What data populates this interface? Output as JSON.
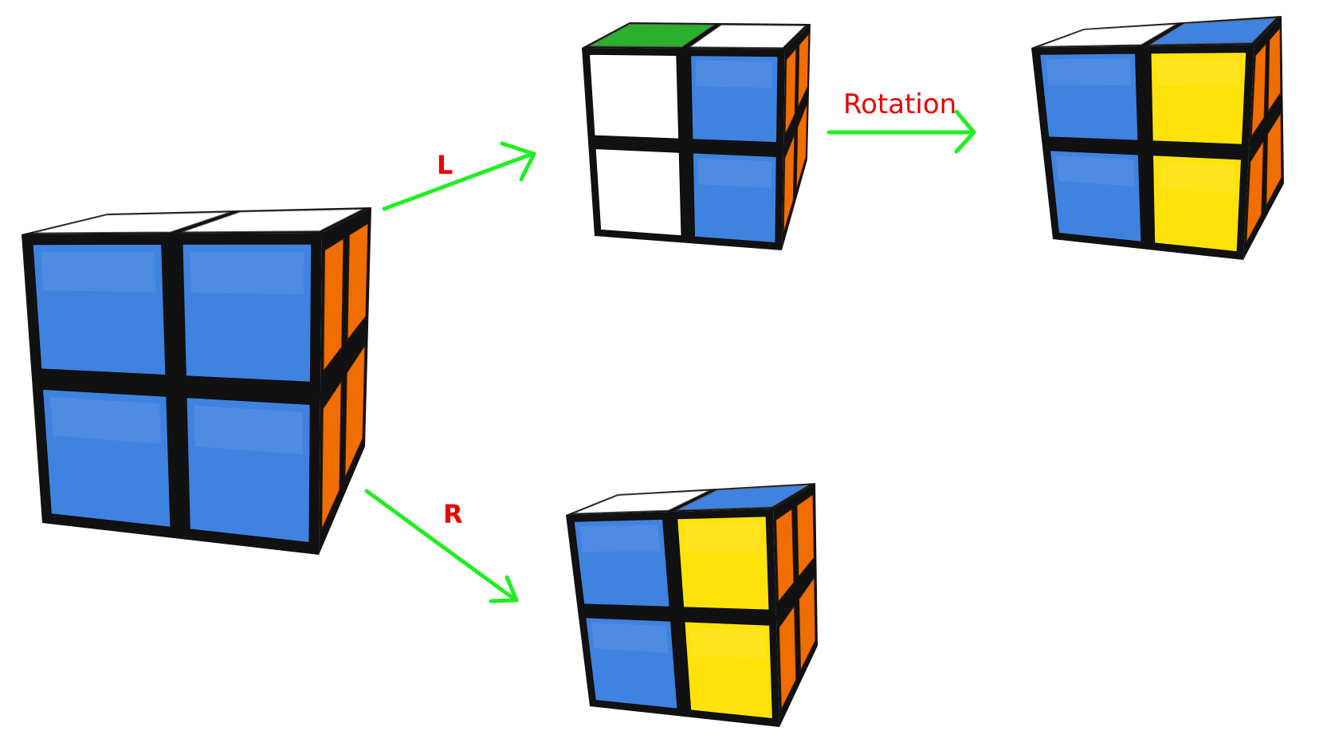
{
  "colors": {
    "blue": "#3f82e0",
    "yellow": "#ffe20a",
    "white": "#ffffff",
    "green": "#2ab02a",
    "orange": "#f06e00",
    "frame": "#111111",
    "arrow": "#22ee22",
    "label": "#ee0000"
  },
  "labels": {
    "move_l": "L",
    "move_r": "R",
    "rotation": "Rotation"
  },
  "cubes": {
    "start": {
      "front": [
        [
          "blue",
          "blue"
        ],
        [
          "blue",
          "blue"
        ]
      ],
      "top": [
        "white",
        "white"
      ],
      "side": "orange"
    },
    "after_l": {
      "front": [
        [
          "white",
          "blue"
        ],
        [
          "white",
          "blue"
        ]
      ],
      "top": [
        "green",
        "white"
      ],
      "side": "orange"
    },
    "after_rotation": {
      "front": [
        [
          "blue",
          "yellow"
        ],
        [
          "blue",
          "yellow"
        ]
      ],
      "top": [
        "white",
        "blue"
      ],
      "side": "orange"
    },
    "after_r": {
      "front": [
        [
          "blue",
          "yellow"
        ],
        [
          "blue",
          "yellow"
        ]
      ],
      "top": [
        "white",
        "blue"
      ],
      "side": "orange"
    }
  }
}
